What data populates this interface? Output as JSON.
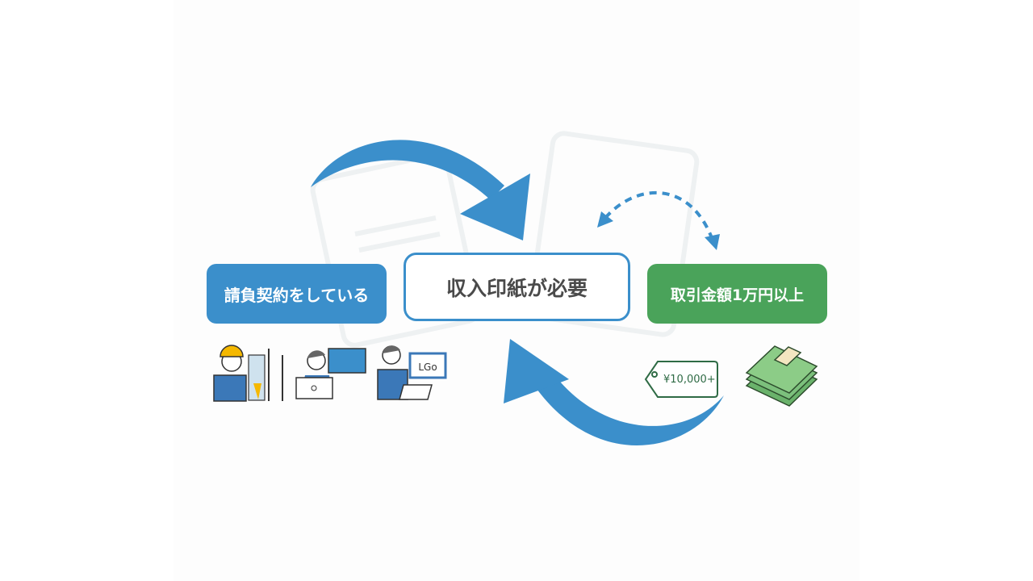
{
  "condition_left": "請負契約をしている",
  "result_center": "収入印紙が必要",
  "condition_right": "取引金額1万円以上",
  "price_tag": "¥10,000+",
  "monitor_text": "LGo",
  "colors": {
    "blue": "#3b8fcb",
    "green": "#4aa35a",
    "text": "#4a4a4a"
  }
}
